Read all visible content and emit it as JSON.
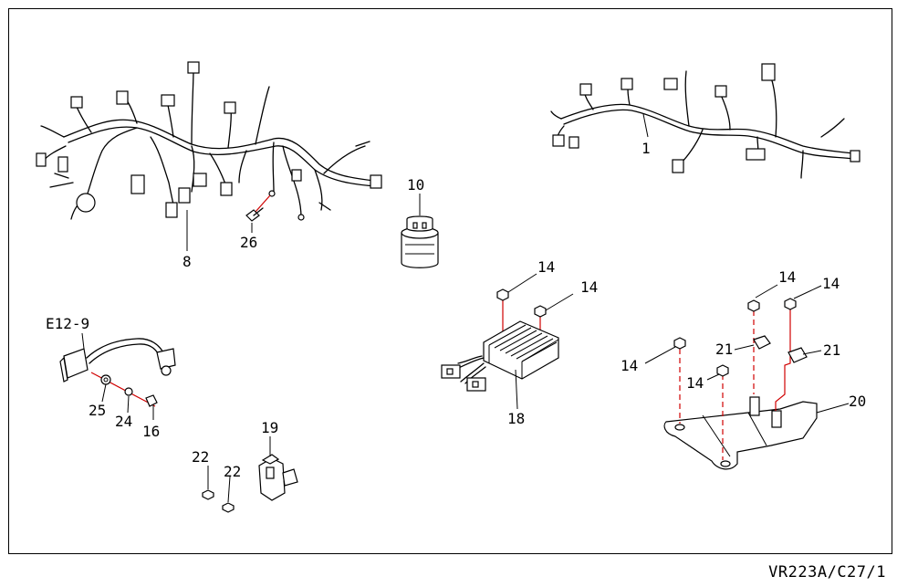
{
  "diagram": {
    "callouts": {
      "c1": "1",
      "c8": "8",
      "c10": "10",
      "c14a": "14",
      "c14b": "14",
      "c14c": "14",
      "c14d": "14",
      "c14e": "14",
      "c14f": "14",
      "c16": "16",
      "c18": "18",
      "c19": "19",
      "c20": "20",
      "c21a": "21",
      "c21b": "21",
      "c22a": "22",
      "c22b": "22",
      "c24": "24",
      "c25": "25",
      "c26": "26",
      "cE12": "E12-9"
    },
    "drawing_code": "VR223A/C27/1"
  },
  "colors": {
    "line": "#000000",
    "leader_red": "#d00000",
    "background": "#ffffff"
  }
}
